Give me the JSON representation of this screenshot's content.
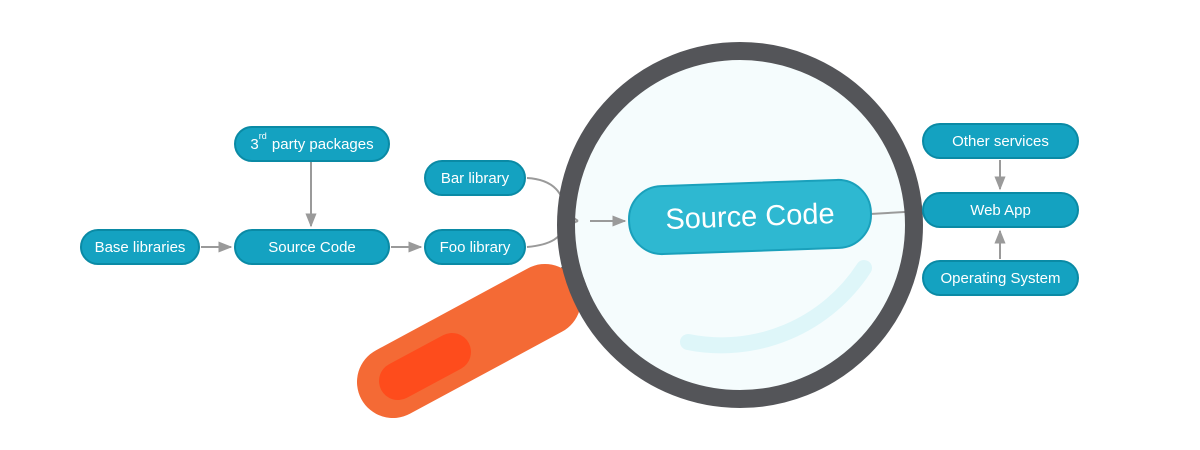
{
  "diagram": {
    "nodes": {
      "base_libraries": "Base libraries",
      "third_party_prefix": "3",
      "third_party_sup": "rd",
      "third_party_suffix": " party packages",
      "source_code": "Source Code",
      "bar_library": "Bar library",
      "foo_library": "Foo library",
      "other_services": "Other services",
      "web_app": "Web App",
      "operating_system": "Operating System"
    },
    "magnified_label": "Source Code"
  },
  "colors": {
    "node_fill": "#14a2c1",
    "node_border": "#0a8aa5",
    "arrow": "#9a9a9a",
    "lens_frame": "#545559",
    "lens_glass": "#f5fcfd",
    "handle": "#f46a35",
    "handle_grip": "#fe4c1c"
  },
  "icons": [
    "magnifying-glass-icon"
  ]
}
